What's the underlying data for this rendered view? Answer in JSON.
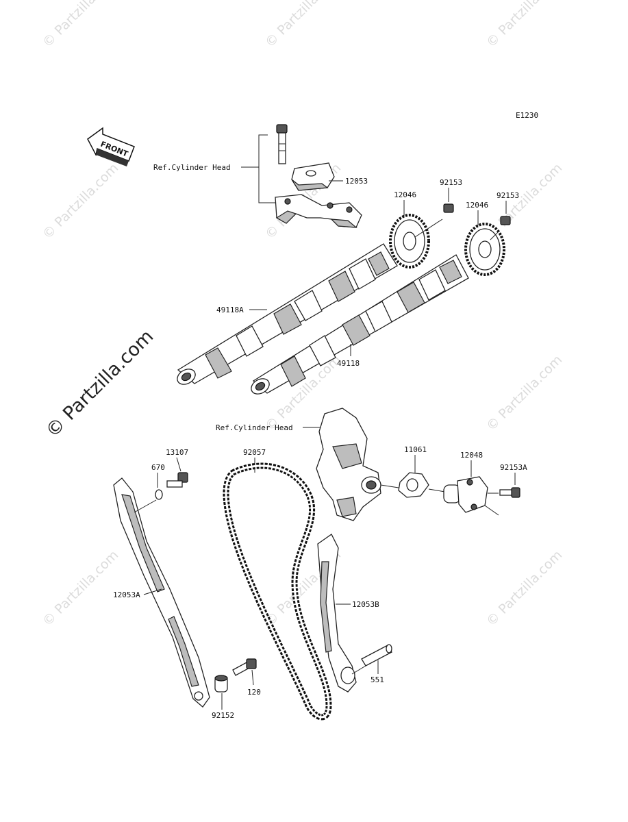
{
  "diagram": {
    "code": "E1230",
    "front_label": "FRONT",
    "watermark": "© Partzilla.com",
    "labels": {
      "ref_head_1": "Ref.Cylinder Head",
      "ref_head_2": "Ref.Cylinder Head",
      "p12053": "12053",
      "p12046a": "12046",
      "p92153a": "92153",
      "p12046b": "12046",
      "p92153b": "92153",
      "p49118A": "49118A",
      "p49118": "49118",
      "p13107": "13107",
      "p670": "670",
      "p92057": "92057",
      "p11061": "11061",
      "p12048": "12048",
      "p92153A": "92153A",
      "p12053A": "12053A",
      "p12053B": "12053B",
      "p551": "551",
      "p120": "120",
      "p92152": "92152"
    }
  }
}
